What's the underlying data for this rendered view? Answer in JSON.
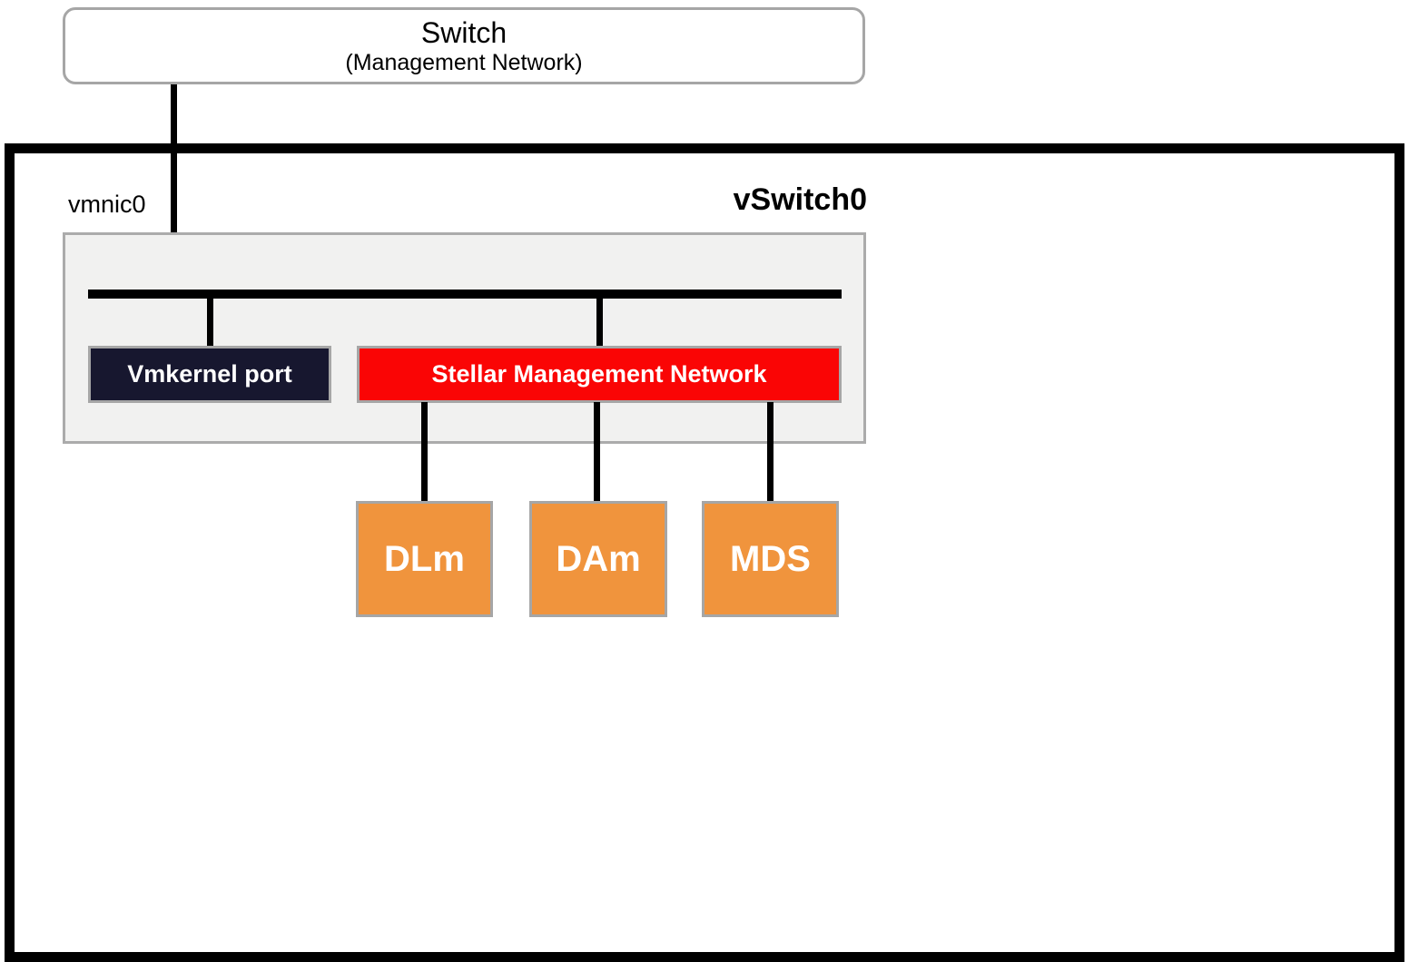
{
  "switch": {
    "title": "Switch",
    "subtitle": "(Management Network)"
  },
  "host": {
    "nic_label": "vmnic0",
    "vswitch_label": "vSwitch0",
    "vmkernel_label": "Vmkernel port",
    "portgroup_label": "Stellar Management Network",
    "vms": [
      {
        "label": "DLm"
      },
      {
        "label": "DAm"
      },
      {
        "label": "MDS"
      }
    ]
  },
  "colors": {
    "vmkernel_bg": "#17172f",
    "portgroup_bg": "#fa0505",
    "vm_bg": "#f0943d",
    "box_border_gray": "#a6a6a6",
    "vswitch_fill": "#f1f1f0",
    "line_black": "#000000"
  }
}
